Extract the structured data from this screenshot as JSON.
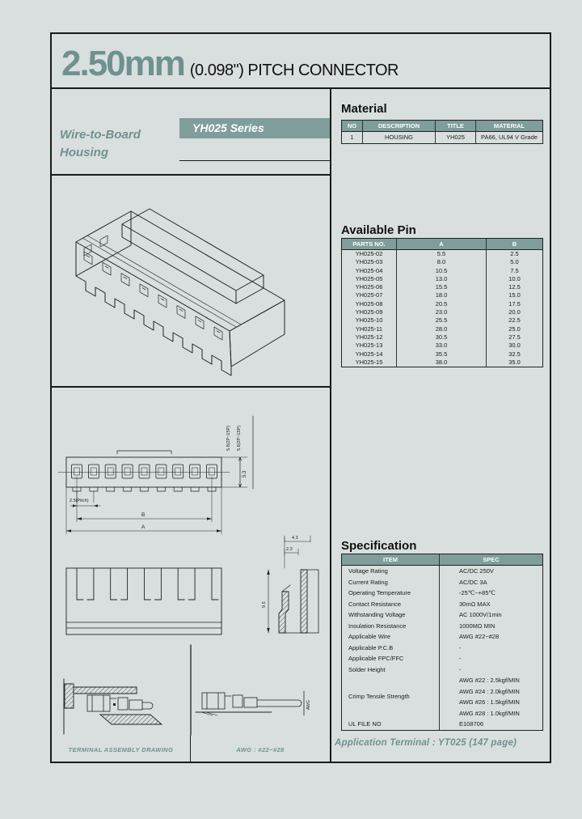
{
  "page": {
    "title_mm": "2.50mm",
    "title_rest": "(0.098\") PITCH CONNECTOR"
  },
  "left": {
    "product_line1": "Wire-to-Board",
    "product_line2": "Housing",
    "series_badge": "YH025 Series",
    "drawing_dims": {
      "rot_dim1": "5.8(2P~15P)",
      "rot_dim2": "5.6(2P~15P)",
      "front_height": "5.3",
      "pitch": "2.5(Pitch)",
      "dim_b": "B",
      "dim_a": "A",
      "side_w1": "4.3",
      "side_w2": "2.3",
      "side_h": "9.5",
      "awg_rot": "AWG"
    },
    "footer": {
      "terminal_assembly": "TERMINAL ASSEMBLY DRAWING",
      "awg": "AWG : #22~#28"
    }
  },
  "material": {
    "heading": "Material",
    "headers": [
      "NO",
      "DESCRIPTION",
      "TITLE",
      "MATERIAL"
    ],
    "rows": [
      [
        "1",
        "HOUSING",
        "YH025",
        "PA66, UL94 V Grade"
      ]
    ]
  },
  "available_pin": {
    "heading": "Available Pin",
    "headers": [
      "PARTS NO.",
      "A",
      "B"
    ],
    "rows": [
      [
        "YH025-02",
        "5.5",
        "2.5"
      ],
      [
        "YH025-03",
        "8.0",
        "5.0"
      ],
      [
        "YH025-04",
        "10.5",
        "7.5"
      ],
      [
        "YH025-05",
        "13.0",
        "10.0"
      ],
      [
        "YH025-06",
        "15.5",
        "12.5"
      ],
      [
        "YH025-07",
        "18.0",
        "15.0"
      ],
      [
        "YH025-08",
        "20.5",
        "17.5"
      ],
      [
        "YH025-09",
        "23.0",
        "20.0"
      ],
      [
        "YH025-10",
        "25.5",
        "22.5"
      ],
      [
        "YH025-11",
        "28.0",
        "25.0"
      ],
      [
        "YH025-12",
        "30.5",
        "27.5"
      ],
      [
        "YH025-13",
        "33.0",
        "30.0"
      ],
      [
        "YH025-14",
        "35.5",
        "32.5"
      ],
      [
        "YH025-15",
        "38.0",
        "35.0"
      ]
    ]
  },
  "specification": {
    "heading": "Specification",
    "headers": [
      "ITEM",
      "SPEC"
    ],
    "rows": [
      {
        "item": "Voltage Rating",
        "spec": "AC/DC 250V"
      },
      {
        "item": "Current Rating",
        "spec": "AC/DC 3A"
      },
      {
        "item": "Operating Temperature",
        "spec": "-25℃~+85℃"
      },
      {
        "item": "Contact Resistance",
        "spec": "30mΩ MAX"
      },
      {
        "item": "Withstanding Voltage",
        "spec": "AC 1000V/1min"
      },
      {
        "item": "Insulation Resistance",
        "spec": "1000MΩ MIN"
      },
      {
        "item": "Applicable Wire",
        "spec": "AWG #22~#28"
      },
      {
        "item": "Applicable P.C.B",
        "spec": "-"
      },
      {
        "item": "Applicable FPC/FFC",
        "spec": "-"
      },
      {
        "item": "Solder Height",
        "spec": "-"
      },
      {
        "item": "Crimp Tensile Strength",
        "spec_lines": [
          "AWG #22 : 2.5kgf/MIN",
          "AWG #24 : 2.0kgf/MIN",
          "AWG #26 : 1.5kgf/MIN",
          "AWG #28 : 1.0kgf/MIN"
        ]
      },
      {
        "item": "UL FILE NO",
        "spec": "E108706"
      }
    ]
  },
  "application_terminal": "Application Terminal : YT025 (147 page)",
  "colors": {
    "accent_teal": "#7e9d9b",
    "teal_text": "#6d9290",
    "background": "#d9dfde",
    "line": "#1a1a1a"
  }
}
